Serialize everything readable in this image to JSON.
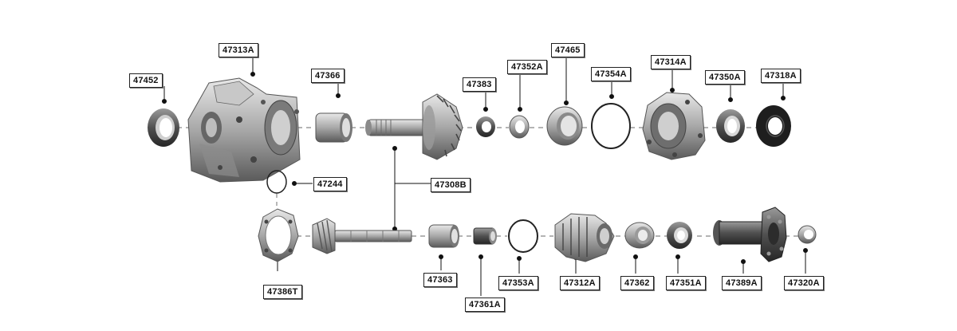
{
  "labels": {
    "p47452": "47452",
    "p47313A": "47313A",
    "p47366": "47366",
    "p47383": "47383",
    "p47352A": "47352A",
    "p47465": "47465",
    "p47354A": "47354A",
    "p47314A": "47314A",
    "p47350A": "47350A",
    "p47318A": "47318A",
    "p47244": "47244",
    "p47308B": "47308B",
    "p47386T": "47386T",
    "p47363": "47363",
    "p47361A": "47361A",
    "p47353A": "47353A",
    "p47312A": "47312A",
    "p47362": "47362",
    "p47351A": "47351A",
    "p47389A": "47389A",
    "p47320A": "47320A"
  },
  "colors": {
    "metal_light": "#d4d4d4",
    "metal_mid": "#9a9a9a",
    "metal_dark": "#4a4a4a",
    "ink": "#111111"
  }
}
